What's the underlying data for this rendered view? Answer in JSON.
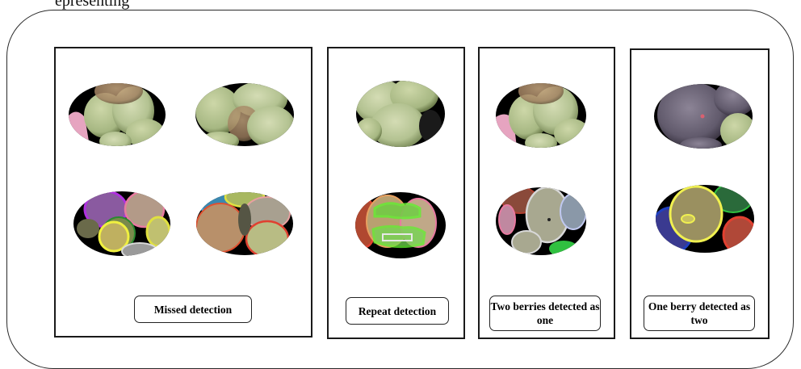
{
  "figure": {
    "top_caption": "epresenting",
    "panels": [
      {
        "label": "Missed detection"
      },
      {
        "label": "Repeat detection"
      },
      {
        "label": "Two berries detected as one"
      },
      {
        "label": "One berry detected as two"
      }
    ]
  },
  "colors": {
    "border": "#1a1a1a",
    "background_black": "#000000",
    "berry_green": "#b9c89a",
    "berry_dark": "#8a9a6c",
    "berry_purple": "#6e6476",
    "mask_colors": [
      "#9a30c8",
      "#e0e040",
      "#e87aa0",
      "#40a8e0",
      "#e04030",
      "#60f030",
      "#d8d8d8",
      "#2040c0",
      "#30c040",
      "#f0f050"
    ]
  },
  "icons": [
    "grape-crop-original-image",
    "grape-crop-segmentation-mask-image"
  ]
}
